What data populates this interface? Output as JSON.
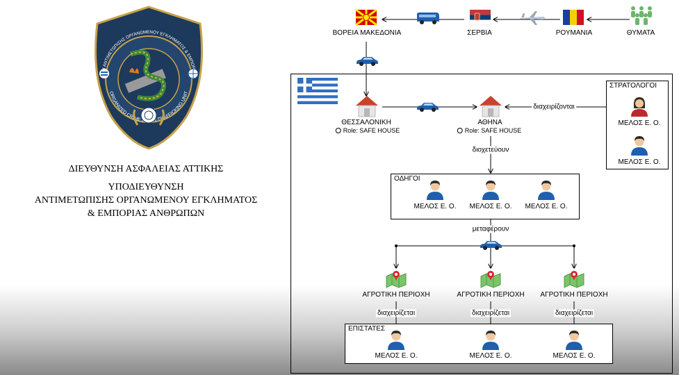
{
  "org": {
    "line1": "ΔΙΕΥΘΥΝΣΗ ΑΣΦΑΛΕΙΑΣ ΑΤΤΙΚΗΣ",
    "line2": "ΥΠΟΔΙΕΥΘΥΝΣΗ",
    "line3": "ΑΝΤΙΜΕΤΩΠΙΣΗΣ ΟΡΓΑΝΩΜΕΝΟΥ ΕΓΚΛΗΜΑΤΟΣ",
    "line4": "& ΕΜΠΟΡΙΑΣ ΑΝΘΡΩΠΩΝ",
    "emblem_top": "ΥΠΟΔΙΕΥΘΥΝΣΗ ΑΝΤΙΜΕΤΩΠΙΣΗΣ ΟΡΓΑΝΩΜΕΝΟΥ ΕΓΚΛΗΜΑΤΟΣ & ΕΜΠΟΡΙΑΣ ΑΝΘΡΩΠΩΝ",
    "emblem_bottom": "ORGANIZED CRIME & ANTI-TRAFFICKING UNIT"
  },
  "route": {
    "victims": "ΘΥΜΑΤΑ",
    "romania": "ΡΟΥΜΑΝΙΑ",
    "serbia": "ΣΕΡΒΙΑ",
    "north_macedonia": "ΒΟΡΕΙΑ ΜΑΚΕΔΟΝΙΑ"
  },
  "greece": {
    "thessaloniki": "ΘΕΣΣΑΛΟΝΙΚΗ",
    "athens": "ΑΘΗΝΑ",
    "role": "Role: SAFE HOUSE",
    "managed": "διαχειρίζονται",
    "channel": "διοχετεύουν",
    "transport": "μεταφέρουν",
    "managed_each": "διαχειρίζεται"
  },
  "recruiters": {
    "title": "ΣΤΡΑΤΟΛΟΓΟΙ",
    "members": [
      "ΜΕΛΟΣ Ε. Ο.",
      "ΜΕΛΟΣ Ε. Ο."
    ]
  },
  "drivers": {
    "title": "ΟΔΗΓΟΙ",
    "members": [
      "ΜΕΛΟΣ Ε. Ο.",
      "ΜΕΛΟΣ Ε. Ο.",
      "ΜΕΛΟΣ Ε. Ο."
    ]
  },
  "areas": [
    "ΑΓΡΟΤΙΚΗ ΠΕΡΙΟΧΗ",
    "ΑΓΡΟΤΙΚΗ ΠΕΡΙΟΧΗ",
    "ΑΓΡΟΤΙΚΗ ΠΕΡΙΟΧΗ"
  ],
  "supervisors": {
    "title": "ΕΠΙΣΤΑΤΕΣ",
    "members": [
      "ΜΕΛΟΣ Ε. Ο.",
      "ΜΕΛΟΣ Ε. Ο.",
      "ΜΕΛΟΣ Ε. Ο."
    ]
  },
  "colors": {
    "emblem_navy": "#1d3a5c",
    "emblem_gold": "#c8a24a",
    "car_blue": "#1f5fae",
    "green_people": "#6db56d",
    "member_male": "#1f5fae",
    "member_female": "#c0262d"
  }
}
